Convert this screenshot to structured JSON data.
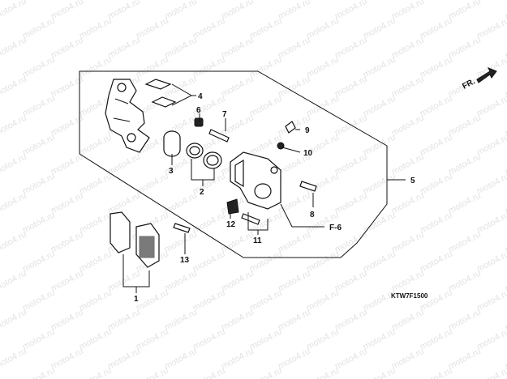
{
  "watermark_text": "moto4.ru",
  "direction_label": "FR.",
  "diagram_code": "KTW7F1500",
  "ref_label": "F-6",
  "callouts": [
    "1",
    "2",
    "3",
    "4",
    "5",
    "6",
    "7",
    "8",
    "9",
    "10",
    "11",
    "12",
    "13"
  ]
}
